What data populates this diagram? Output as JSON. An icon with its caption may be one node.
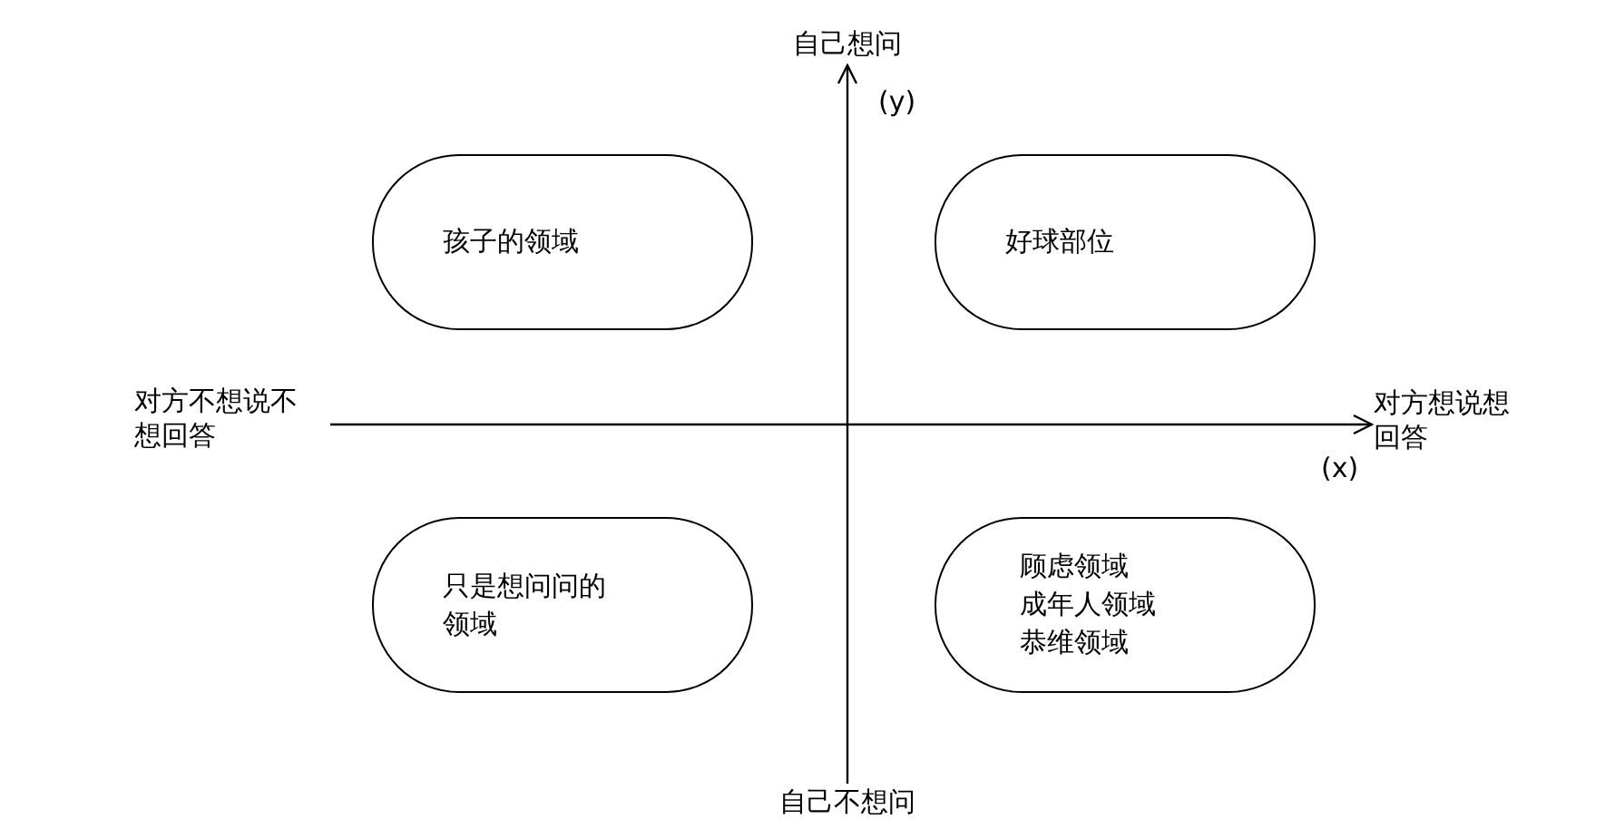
{
  "diagram": {
    "nodes": [
      {
        "text": [
          "孩子的领域"
        ]
      },
      {
        "text": [
          "好球部位"
        ]
      },
      {
        "text": [
          "只是想问问的领域"
        ]
      },
      {
        "text": [
          "顾虑领域",
          "成年人领域",
          "恭维领域"
        ]
      }
    ],
    "labels": [
      "自己想问",
      "(y)",
      "对方不想说不想回答",
      "对方想说想回答",
      "(x)",
      "自己不想问"
    ]
  }
}
